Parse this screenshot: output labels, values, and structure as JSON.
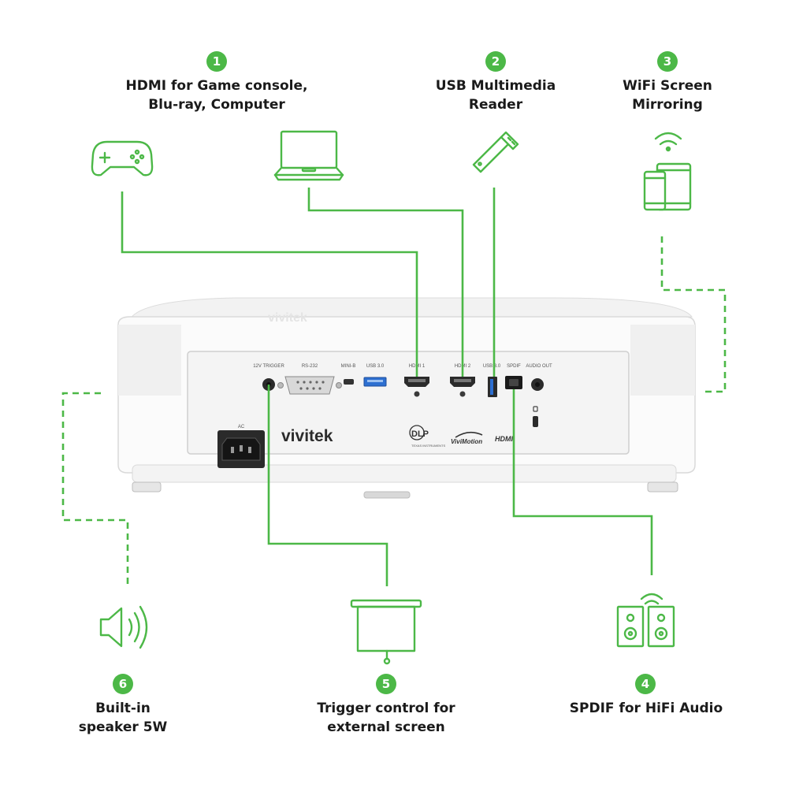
{
  "features": [
    {
      "num": "1",
      "lines": [
        "HDMI for Game console,",
        "Blu-ray, Computer"
      ],
      "icons": [
        "gamepad-icon",
        "laptop-icon"
      ]
    },
    {
      "num": "2",
      "lines": [
        "USB Multimedia",
        "Reader"
      ],
      "icons": [
        "usb-drive-icon"
      ]
    },
    {
      "num": "3",
      "lines": [
        "WiFi Screen",
        "Mirroring"
      ],
      "icons": [
        "phone-tablet-wifi-icon"
      ]
    },
    {
      "num": "4",
      "lines": [
        "SPDIF for HiFi Audio"
      ],
      "icons": [
        "hifi-speakers-icon"
      ]
    },
    {
      "num": "5",
      "lines": [
        "Trigger control for",
        "external screen"
      ],
      "icons": [
        "projection-screen-icon"
      ]
    },
    {
      "num": "6",
      "lines": [
        "Built-in",
        "speaker 5W"
      ],
      "icons": [
        "speaker-icon"
      ]
    }
  ],
  "projector": {
    "brand": "vivitek",
    "ports": {
      "trigger": "12V TRIGGER",
      "rs232": "RS-232",
      "minib": "MINI-B",
      "usb30a": "USB 3.0",
      "hdmi1": "HDMI 1",
      "hdmi2": "HDMI 2",
      "usb30b": "USB 3.0",
      "spdif": "SPDIF",
      "audioout": "AUDIO OUT",
      "ac": "AC"
    },
    "logos": {
      "dlp": "DLP",
      "dlp_sub": "TEXAS INSTRUMENTS",
      "vivimotion": "ViviMotion",
      "hdmi": "HDMI"
    }
  },
  "colors": {
    "accent": "#4cb847",
    "text": "#1a1a1a"
  }
}
